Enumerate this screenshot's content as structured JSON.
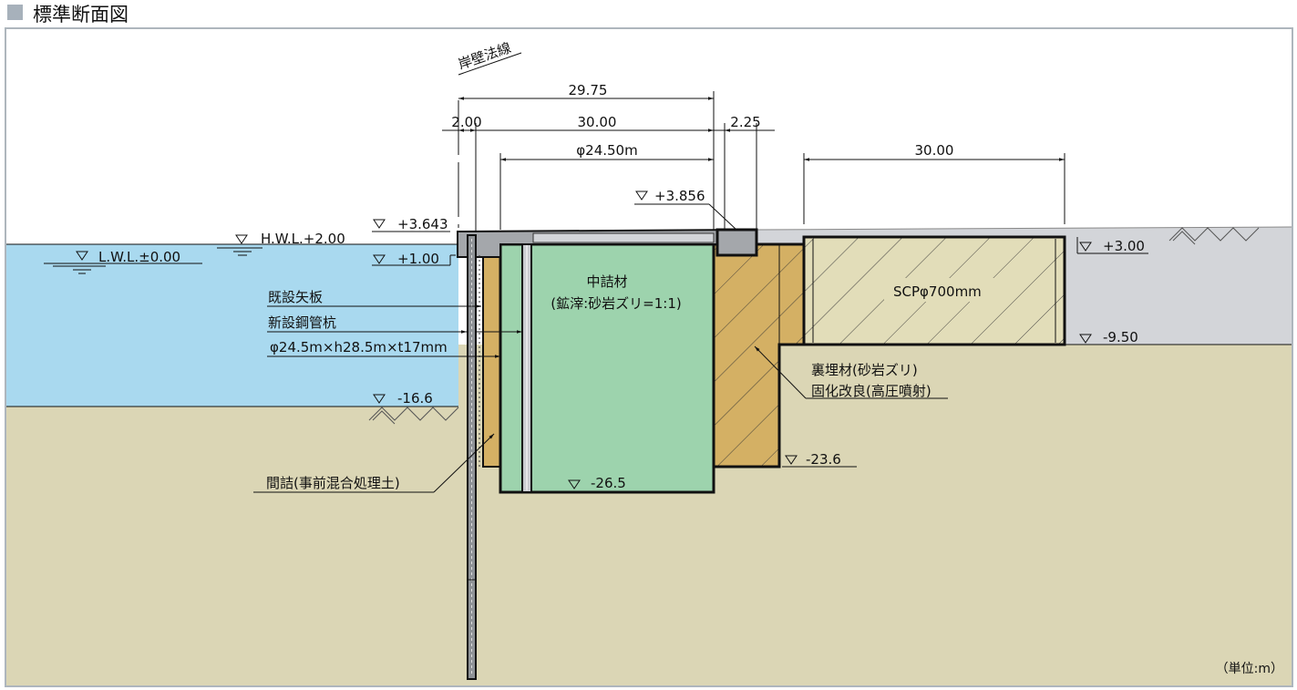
{
  "title": "標準断面図",
  "unit_note": "（単位:m）",
  "wharf_line": "岸壁法線",
  "dimensions": {
    "total": "29.75",
    "left_offset": "2.00",
    "main": "30.00",
    "right_offset": "2.25",
    "cell_diameter": "φ24.50m",
    "scp_width": "30.00"
  },
  "levels": {
    "hwl": "H.W.L.+2.00",
    "lwl": "L.W.L.±0.00",
    "cap_top": "+3.643",
    "plus1": "+1.00",
    "block_top": "+3.856",
    "ground": "+3.00",
    "scp_bottom": "-9.50",
    "seabed": "-16.6",
    "backfill_bottom": "-23.6",
    "cell_bottom": "-26.5"
  },
  "labels": {
    "existing_sheet_pile": "既設矢板",
    "new_steel_pipe_pile": "新設鋼管杭",
    "pile_spec": "φ24.5m×h28.5m×t17mm",
    "fill_title": "中詰材",
    "fill_spec": "(鉱滓:砂岩ズリ=1:1)",
    "scp": "SCPφ700mm",
    "backfill": "裏埋材(砂岩ズリ)",
    "backfill_improve": "固化改良(高圧噴射)",
    "gap_fill": "間詰(事前混合処理土)"
  },
  "colors": {
    "water": "#a9d9ef",
    "soil": "#dbd6b5",
    "ground_fill": "#d3d5d9",
    "cell_fill": "#9dd3ad",
    "backfill": "#d4b064",
    "scp": "#e2ddb9",
    "concrete": "#a4a7ab"
  }
}
